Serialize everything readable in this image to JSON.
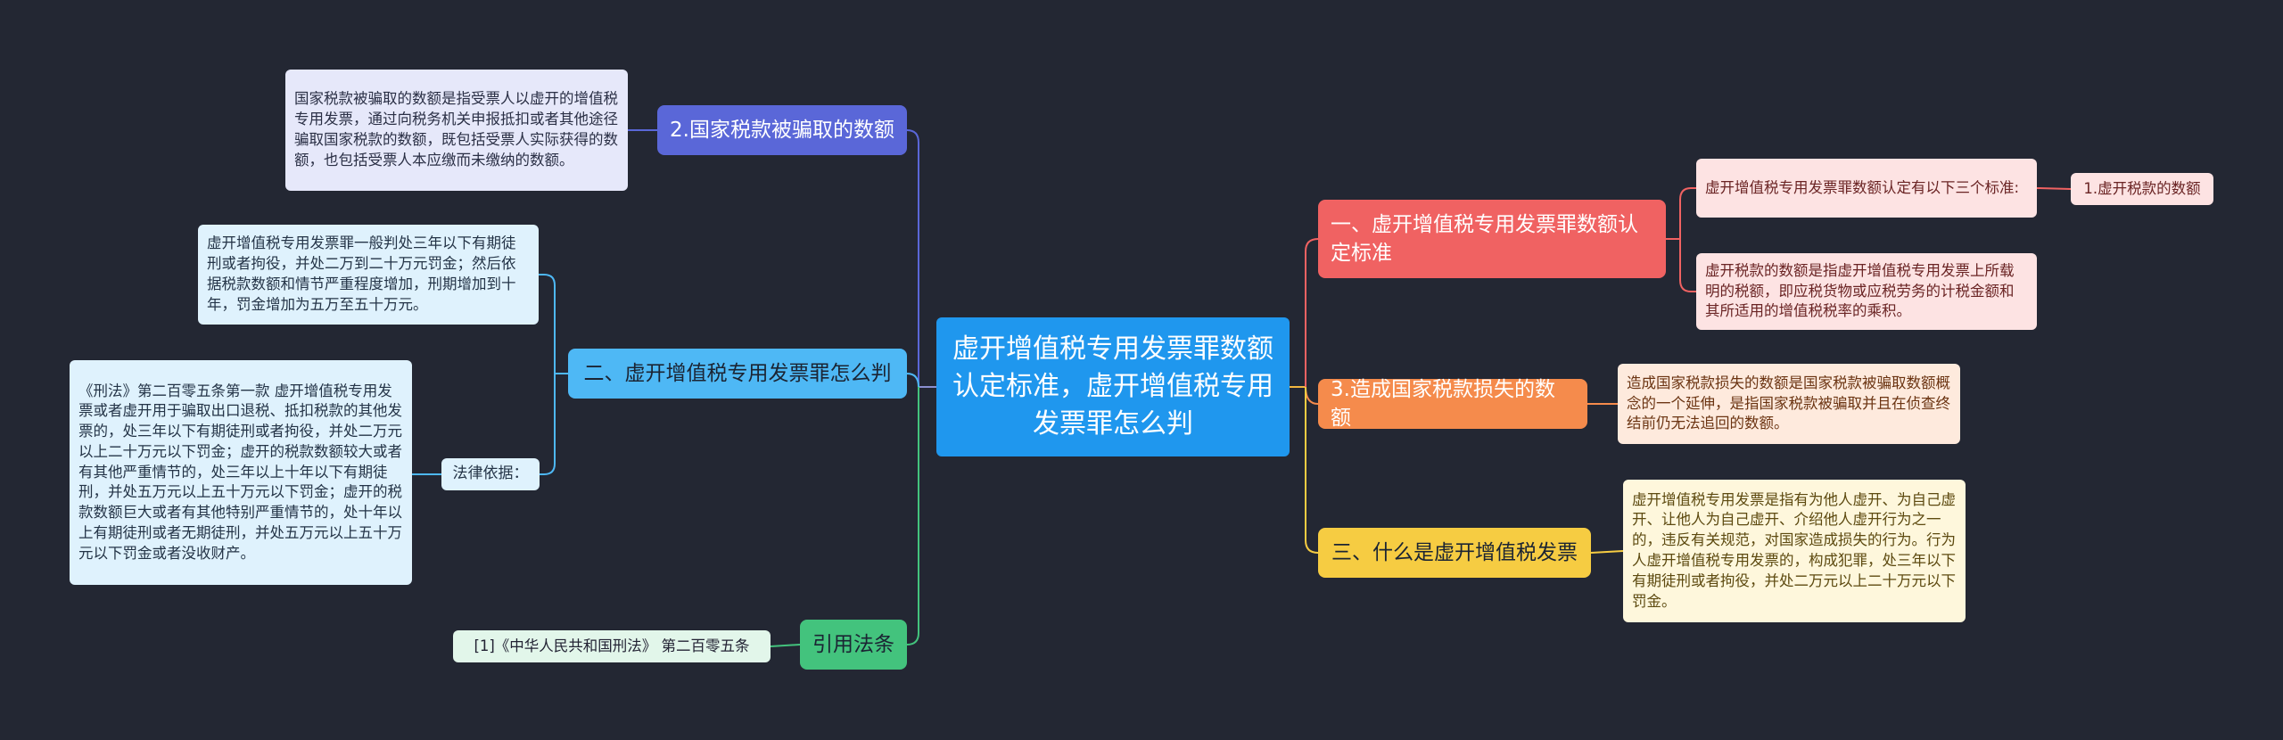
{
  "colors": {
    "background": "#232733",
    "center": "#1f97ee",
    "purple": "#5a67d8",
    "blue": "#4eb8f5",
    "green": "#43c37d",
    "red": "#f06262",
    "orange": "#f58b4c",
    "yellow": "#f6cc42"
  },
  "center": {
    "text": "虚开增值税专用发票罪数额认定标准，虚开增值税专用发票罪怎么判"
  },
  "left": {
    "tax_fraud": {
      "label": "2.国家税款被骗取的数额",
      "detail": "国家税款被骗取的数额是指受票人以虚开的增值税专用发票，通过向税务机关申报抵扣或者其他途径骗取国家税款的数额，既包括受票人实际获得的数额，也包括受票人本应缴而未缴纳的数额。"
    },
    "sentencing": {
      "label": "二、虚开增值税专用发票罪怎么判",
      "detail": "虚开增值税专用发票罪一般判处三年以下有期徒刑或者拘役，并处二万到二十万元罚金；然后依据税款数额和情节严重程度增加，刑期增加到十年，罚金增加为五万至五十万元。",
      "legal_basis": "法律依据：",
      "law_text": "《刑法》第二百零五条第一款 虚开增值税专用发票或者虚开用于骗取出口退税、抵扣税款的其他发票的，处三年以下有期徒刑或者拘役，并处二万元以上二十万元以下罚金；虚开的税款数额较大或者有其他严重情节的，处三年以上十年以下有期徒刑，并处五万元以上五十万元以下罚金；虚开的税款数额巨大或者有其他特别严重情节的，处十年以上有期徒刑或者无期徒刑，并处五万元以上五十万元以下罚金或者没收财产。"
    },
    "citation": {
      "label": "引用法条",
      "detail": "[1]《中华人民共和国刑法》 第二百零五条"
    }
  },
  "right": {
    "standard": {
      "label": "一、虚开增值税专用发票罪数额认定标准",
      "detail1": "虚开增值税专用发票罪数额认定有以下三个标准:",
      "detail1_child": "1.虚开税款的数额",
      "detail2": "虚开税款的数额是指虚开增值税专用发票上所载明的税额，即应税货物或应税劳务的计税金额和其所适用的增值税税率的乘积。"
    },
    "loss": {
      "label": "3.造成国家税款损失的数额",
      "detail": "造成国家税款损失的数额是国家税款被骗取数额概念的一个延伸，是指国家税款被骗取并且在侦查终结前仍无法追回的数额。"
    },
    "definition": {
      "label": "三、什么是虚开增值税发票",
      "detail": "虚开增值税专用发票是指有为他人虚开、为自己虚开、让他人为自己虚开、介绍他人虚开行为之一的，违反有关规范，对国家造成损失的行为。行为人虚开增值税专用发票的，构成犯罪，处三年以下有期徒刑或者拘役，并处二万元以上二十万元以下罚金。"
    }
  }
}
